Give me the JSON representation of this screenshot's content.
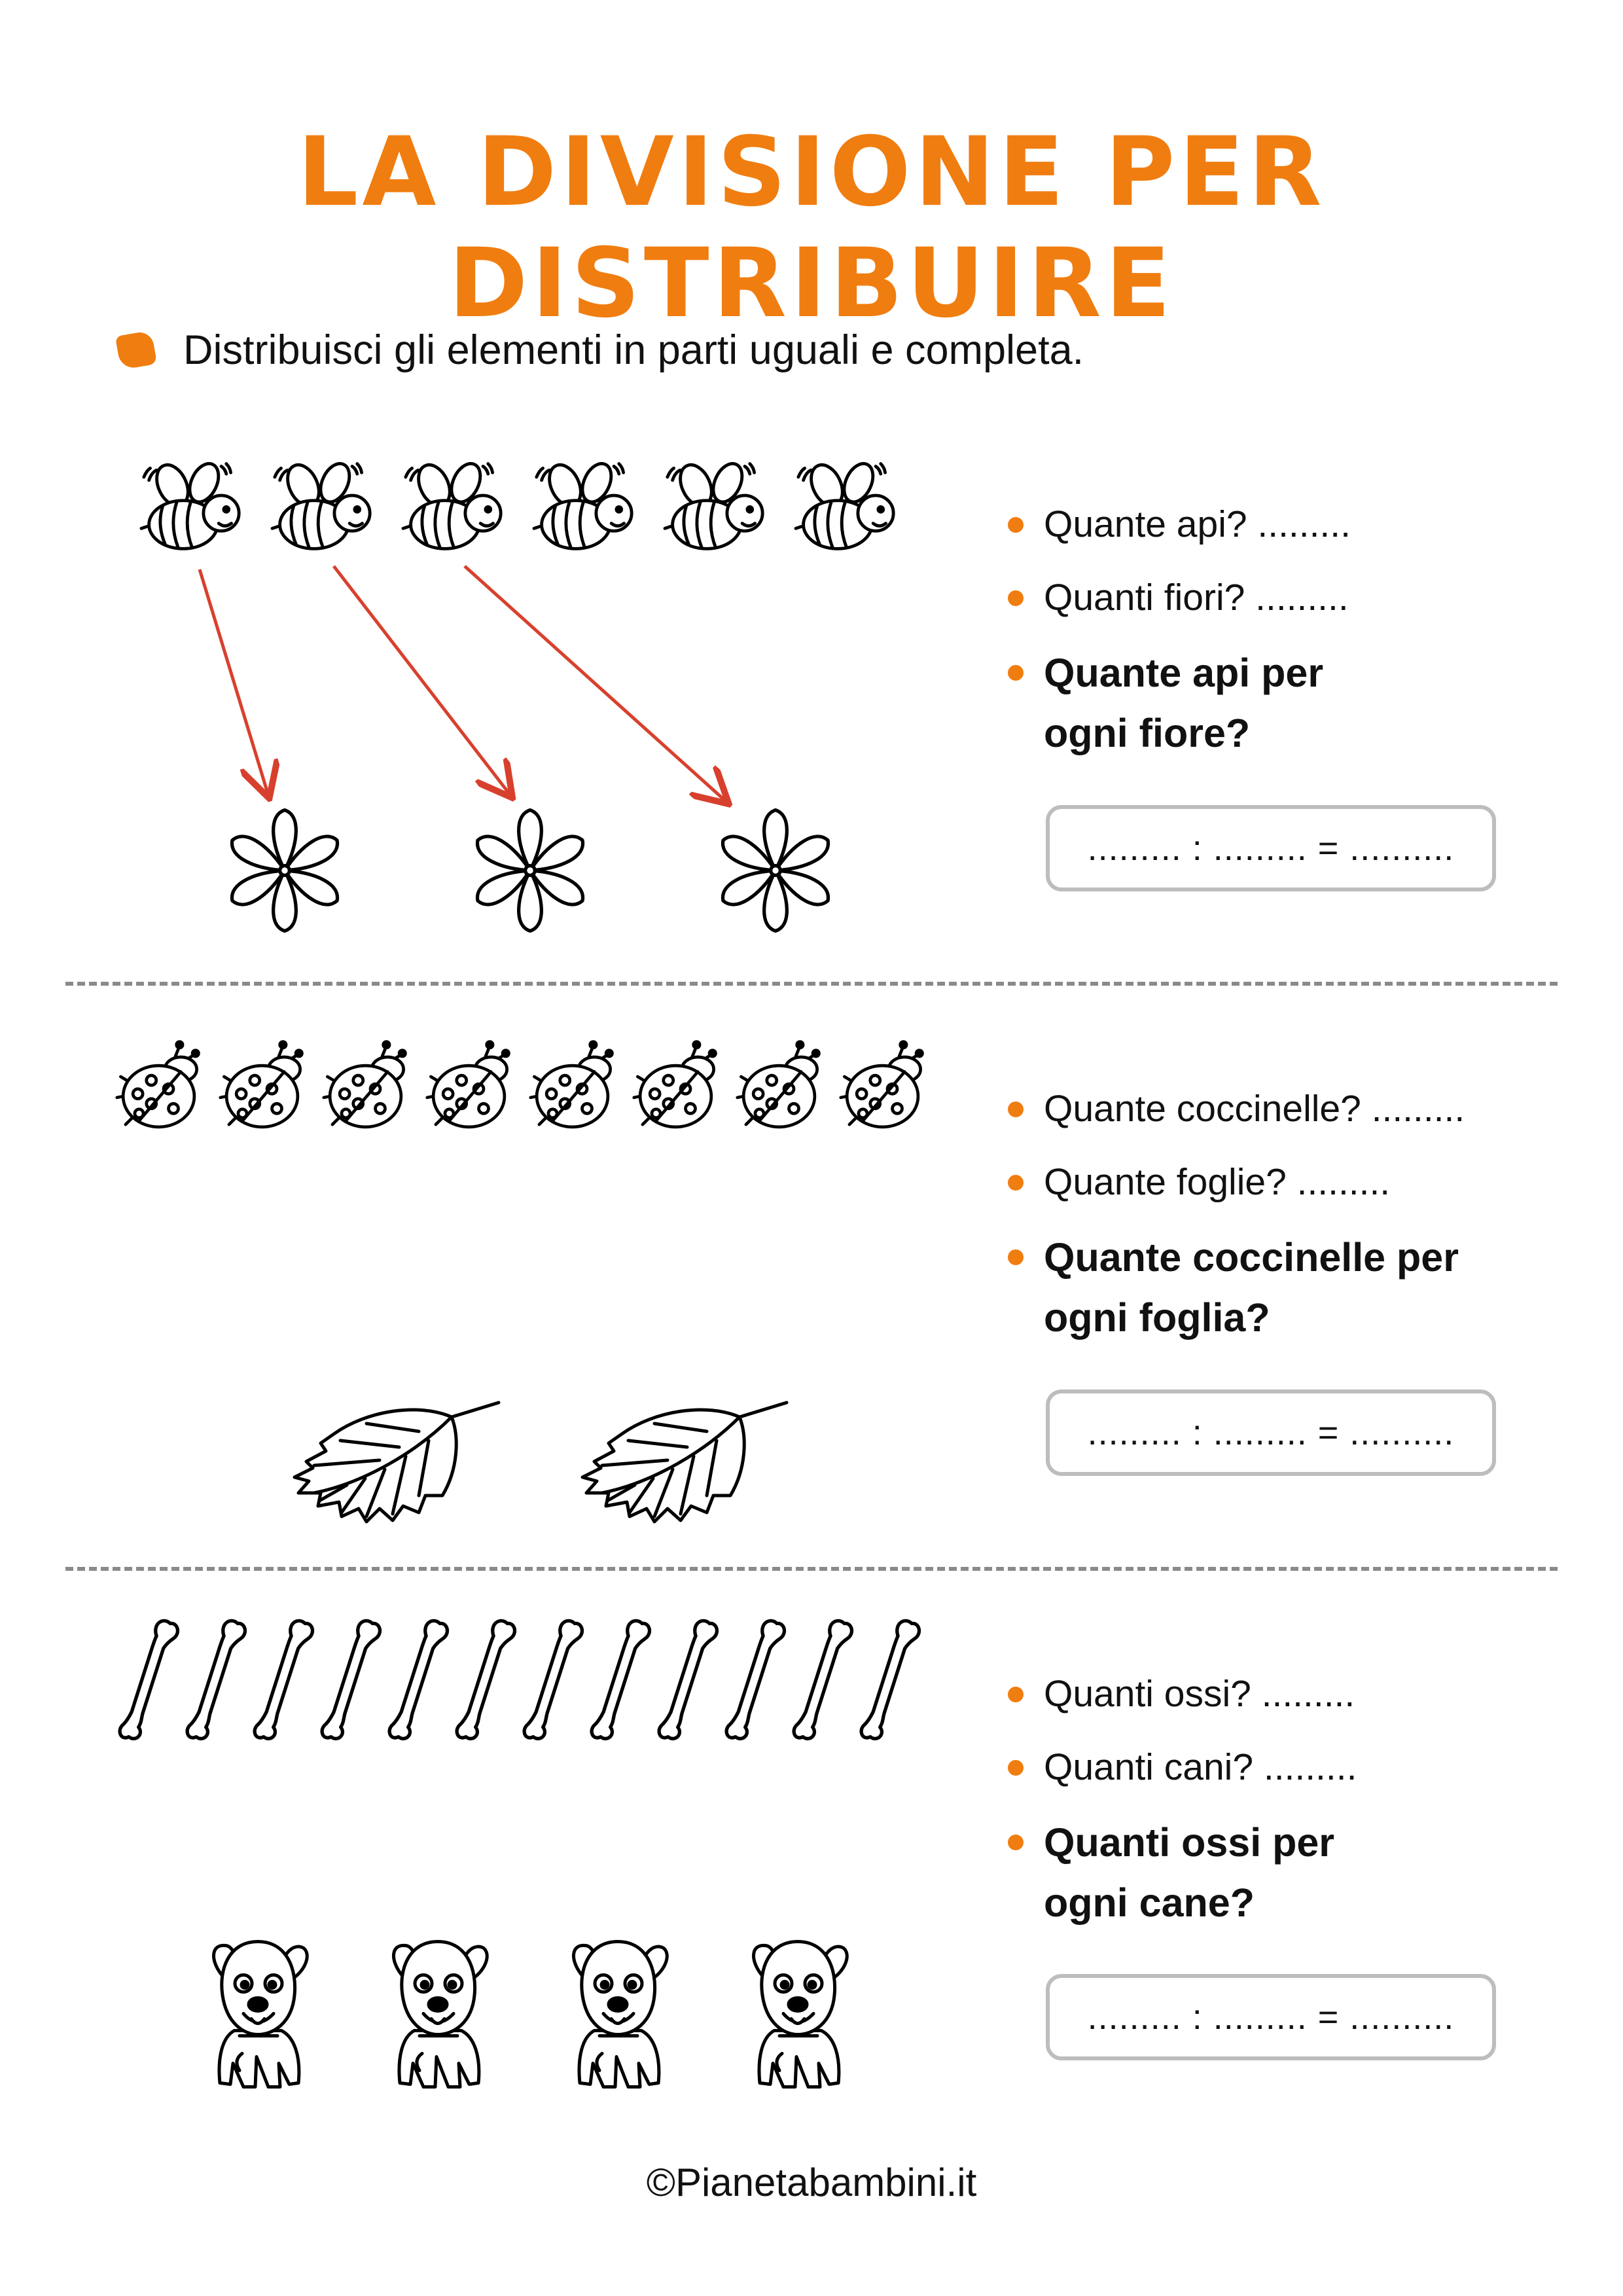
{
  "title": "LA DIVISIONE PER DISTRIBUIRE",
  "instruction": "Distribuisci gli elementi in parti uguali e completa.",
  "colors": {
    "accent": "#f07d10",
    "arrow": "#d8402e",
    "divider": "#8a8a8a",
    "box_border": "#bdbdbd"
  },
  "sections": [
    {
      "id": "api",
      "items_icon": "bee-icon",
      "items_count": 6,
      "groups_icon": "flower-icon",
      "groups_count": 3,
      "questions": [
        "Quante api? .........",
        "Quanti fiori? ........."
      ],
      "bold_question_l1": "Quante api per",
      "bold_question_l2": "ogni fiore?",
      "answer": "......... : ......... = .........."
    },
    {
      "id": "coccinelle",
      "items_icon": "ladybug-icon",
      "items_count": 8,
      "groups_icon": "leaf-icon",
      "groups_count": 2,
      "questions": [
        "Quante coccinelle? .........",
        "Quante foglie? ........."
      ],
      "bold_question_l1": "Quante coccinelle per",
      "bold_question_l2": "ogni foglia?",
      "answer": "......... : ......... = .........."
    },
    {
      "id": "ossi",
      "items_icon": "bone-icon",
      "items_count": 12,
      "groups_icon": "dog-icon",
      "groups_count": 4,
      "questions": [
        "Quanti ossi? .........",
        "Quanti cani? ........."
      ],
      "bold_question_l1": "Quanti ossi per",
      "bold_question_l2": "ogni cane?",
      "answer": "......... : ......... = .........."
    }
  ],
  "footer": "©Pianetabambini.it"
}
